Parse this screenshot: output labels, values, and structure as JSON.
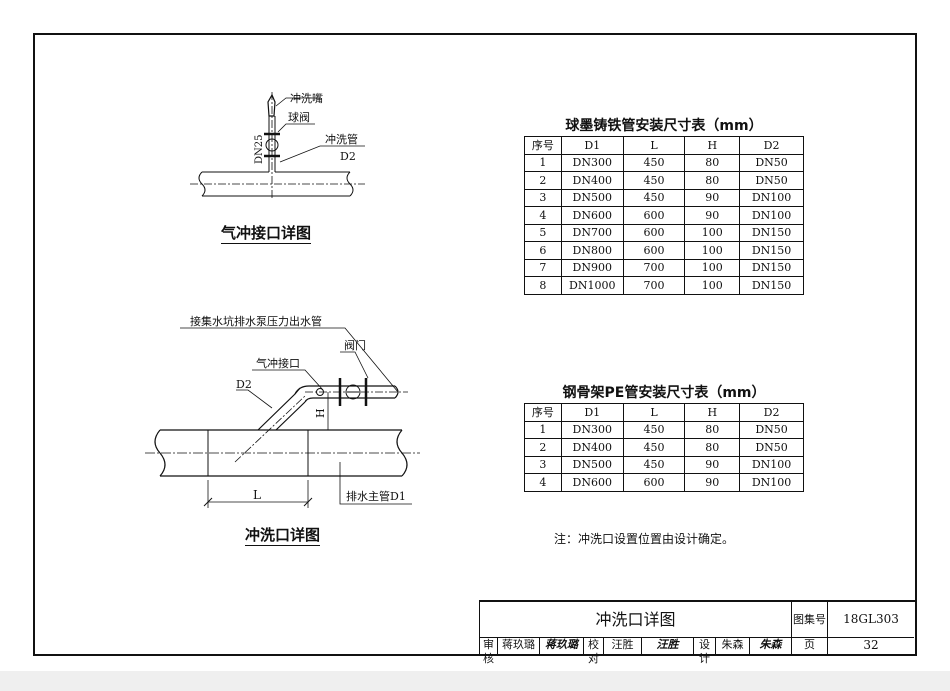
{
  "detail_a": {
    "caption": "气冲接口详图",
    "labels": {
      "nozzle": "冲洗嘴",
      "ball_valve": "球阀",
      "flush_pipe": "冲洗管",
      "d2": "D2",
      "dn25": "DN25"
    }
  },
  "detail_b": {
    "caption": "冲洗口详图",
    "labels": {
      "pressure_pipe": "接集水坑排水泵压力出水管",
      "valve": "阀门",
      "air_port": "气冲接口",
      "d2": "D2",
      "h": "H",
      "l": "L",
      "main_pipe": "排水主管D1"
    }
  },
  "table_ductile": {
    "title": "球墨铸铁管安装尺寸表（mm）",
    "headers": [
      "序号",
      "D1",
      "L",
      "H",
      "D2"
    ],
    "rows": [
      [
        "1",
        "DN300",
        "450",
        "80",
        "DN50"
      ],
      [
        "2",
        "DN400",
        "450",
        "80",
        "DN50"
      ],
      [
        "3",
        "DN500",
        "450",
        "90",
        "DN100"
      ],
      [
        "4",
        "DN600",
        "600",
        "90",
        "DN100"
      ],
      [
        "5",
        "DN700",
        "600",
        "100",
        "DN150"
      ],
      [
        "6",
        "DN800",
        "600",
        "100",
        "DN150"
      ],
      [
        "7",
        "DN900",
        "700",
        "100",
        "DN150"
      ],
      [
        "8",
        "DN1000",
        "700",
        "100",
        "DN150"
      ]
    ]
  },
  "table_pe": {
    "title": "钢骨架PE管安装尺寸表（mm）",
    "headers": [
      "序号",
      "D1",
      "L",
      "H",
      "D2"
    ],
    "rows": [
      [
        "1",
        "DN300",
        "450",
        "80",
        "DN50"
      ],
      [
        "2",
        "DN400",
        "450",
        "80",
        "DN50"
      ],
      [
        "3",
        "DN500",
        "450",
        "90",
        "DN100"
      ],
      [
        "4",
        "DN600",
        "600",
        "90",
        "DN100"
      ]
    ]
  },
  "note": "注：冲洗口设置位置由设计确定。",
  "title_block": {
    "drawing_title": "冲洗口详图",
    "atlas_label": "图集号",
    "atlas_no": "18GL303",
    "review_label": "审核",
    "reviewer": "蒋玖璐",
    "reviewer_sig": "蒋玖璐",
    "check_label": "校对",
    "checker": "汪胜",
    "checker_sig": "汪胜",
    "design_label": "设计",
    "designer": "朱森",
    "designer_sig": "朱森",
    "page_label": "页",
    "page_no": "32"
  }
}
